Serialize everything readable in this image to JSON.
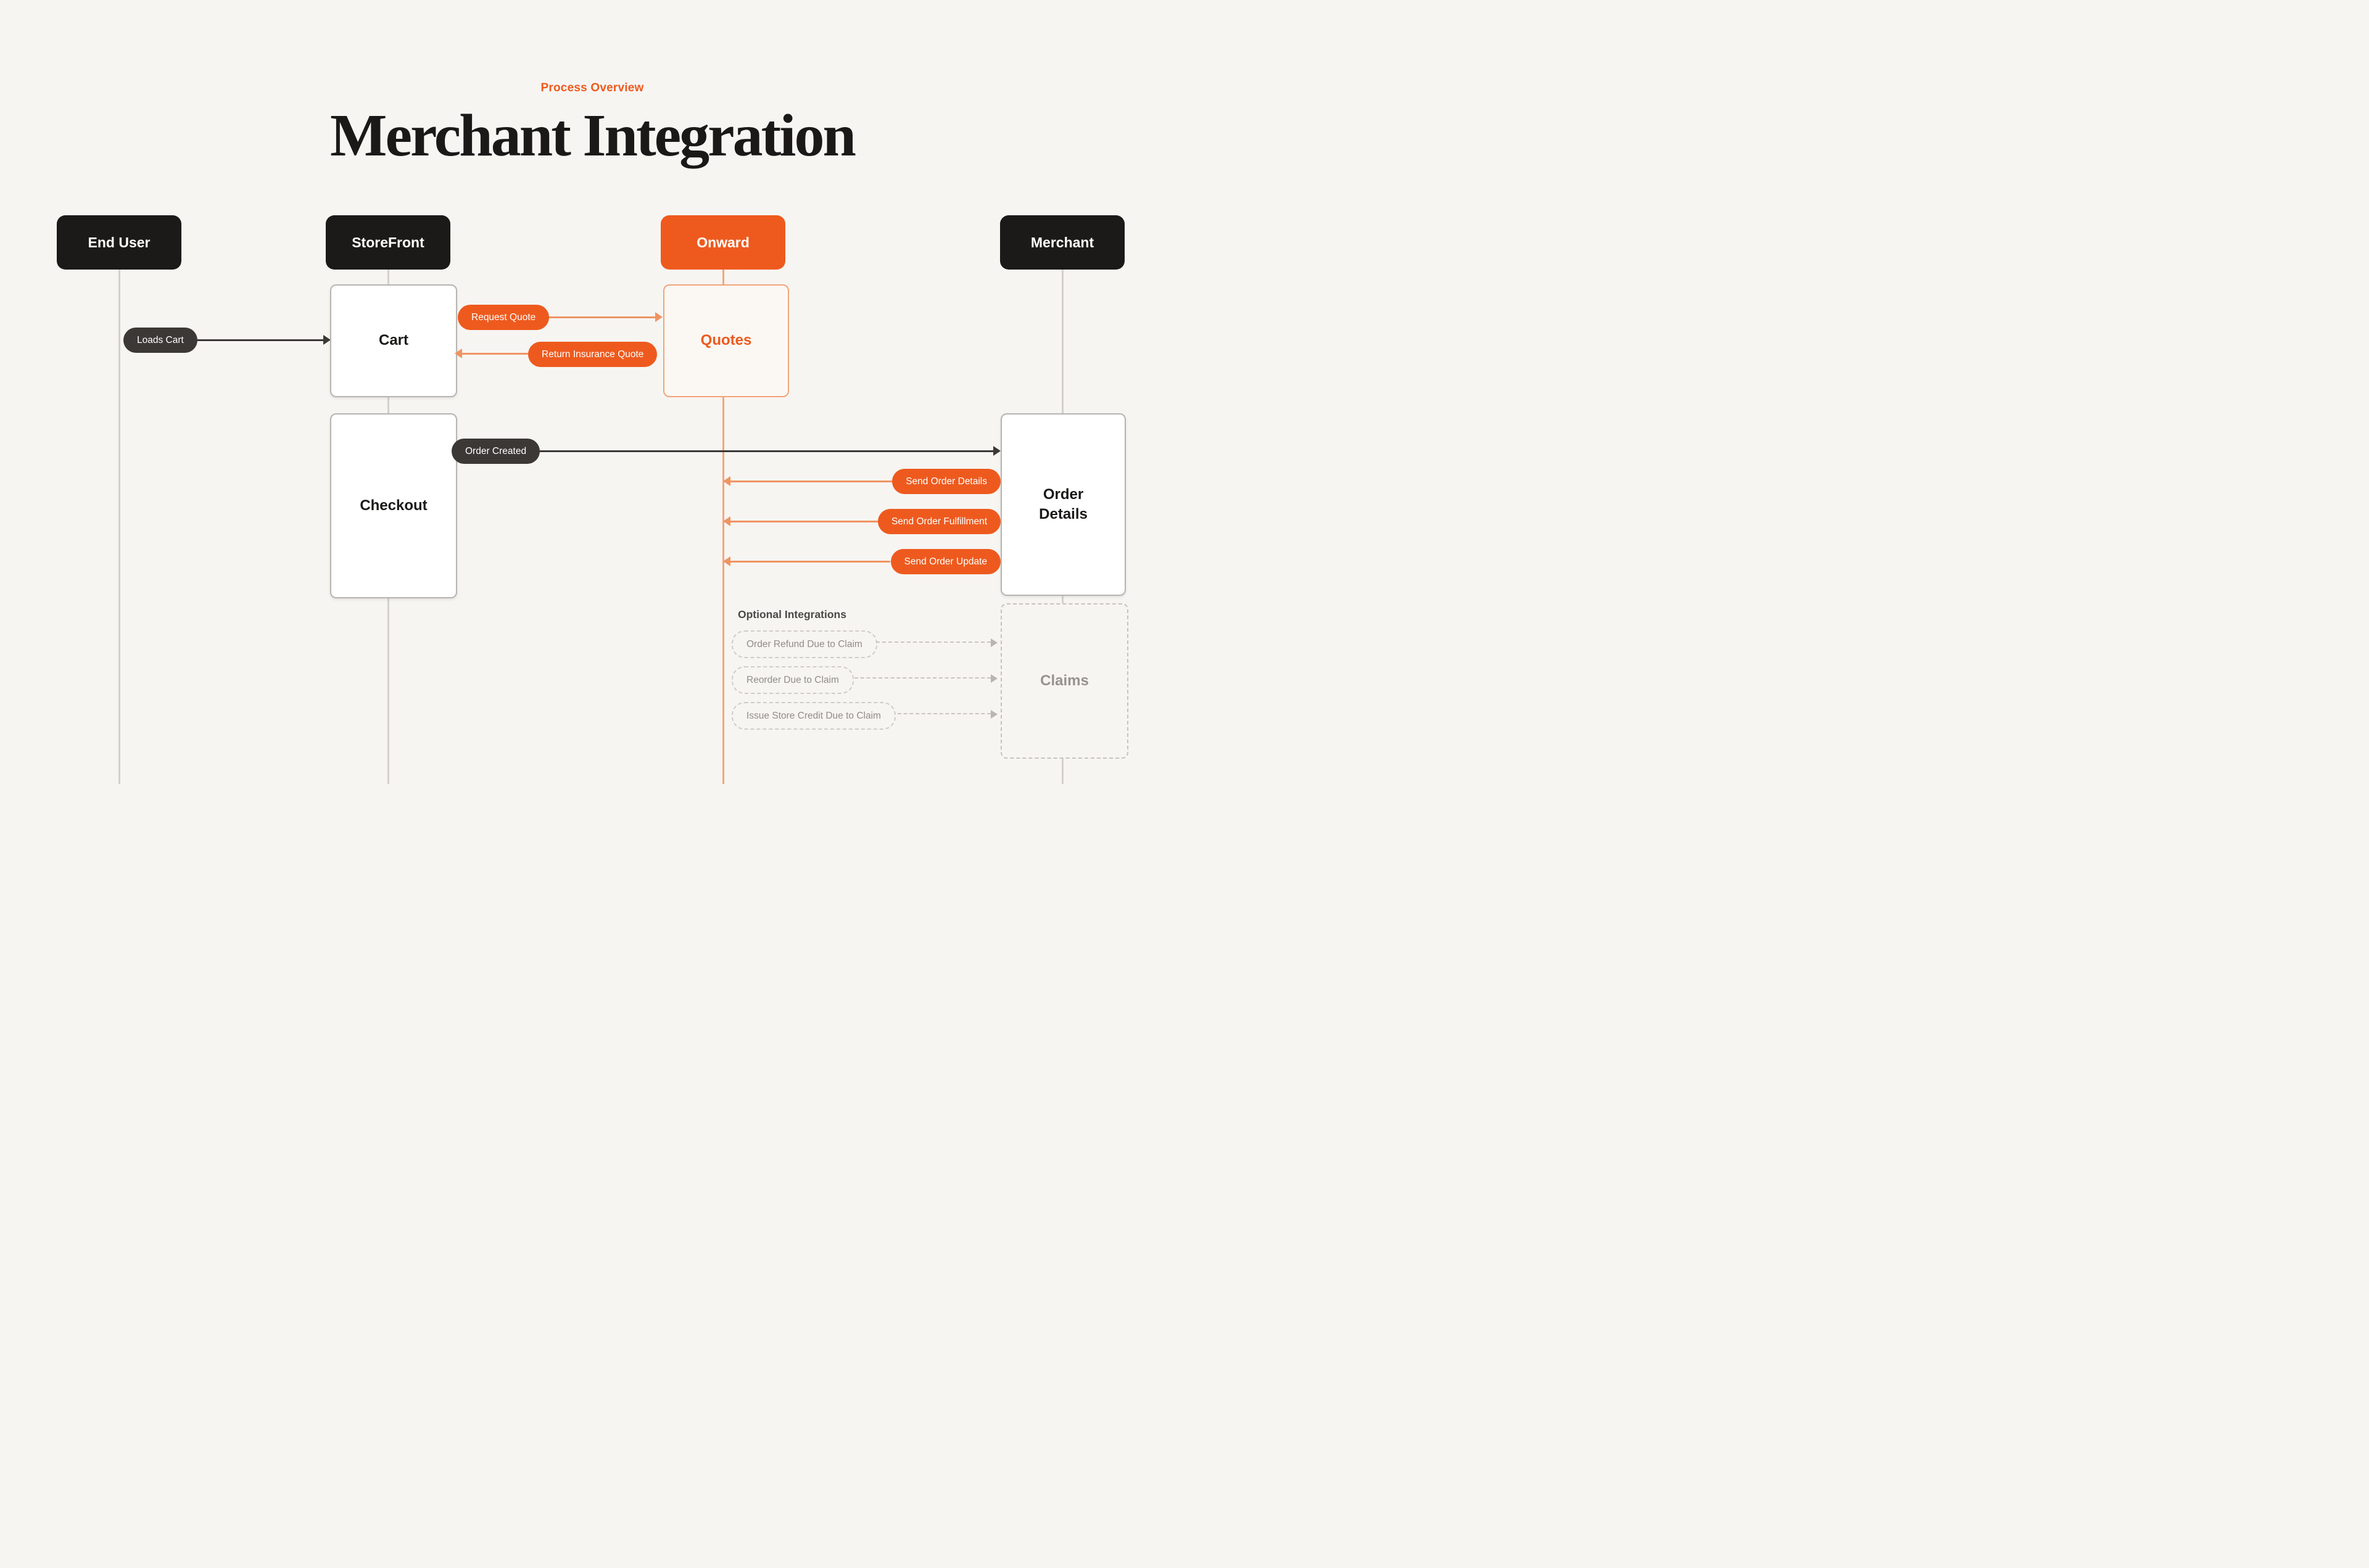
{
  "header": {
    "eyebrow": "Process Overview",
    "title": "Merchant Integration"
  },
  "lanes": [
    {
      "id": "end-user",
      "label": "End User",
      "style": "dark"
    },
    {
      "id": "storefront",
      "label": "StoreFront",
      "style": "dark"
    },
    {
      "id": "onward",
      "label": "Onward",
      "style": "accent"
    },
    {
      "id": "merchant",
      "label": "Merchant",
      "style": "dark"
    }
  ],
  "nodes": {
    "cart": {
      "label": "Cart",
      "lane": "storefront"
    },
    "quotes": {
      "label": "Quotes",
      "lane": "onward"
    },
    "checkout": {
      "label": "Checkout",
      "lane": "storefront"
    },
    "order_details": {
      "label": "Order Details",
      "lane": "merchant"
    },
    "claims": {
      "label": "Claims",
      "lane": "merchant"
    }
  },
  "messages": {
    "loads_cart": {
      "label": "Loads Cart",
      "style": "dark",
      "from": "end-user",
      "to": "cart",
      "direction": "right"
    },
    "request_quote": {
      "label": "Request Quote",
      "style": "accent",
      "from": "cart",
      "to": "quotes",
      "direction": "right"
    },
    "return_insurance_quote": {
      "label": "Return Insurance Quote",
      "style": "accent",
      "from": "quotes",
      "to": "cart",
      "direction": "left"
    },
    "order_created": {
      "label": "Order Created",
      "style": "dark",
      "from": "checkout",
      "to": "order_details",
      "direction": "right"
    },
    "send_order_details": {
      "label": "Send Order Details",
      "style": "accent",
      "from": "order_details",
      "to": "onward",
      "direction": "left"
    },
    "send_order_fulfillment": {
      "label": "Send Order Fulfillment",
      "style": "accent",
      "from": "order_details",
      "to": "onward",
      "direction": "left"
    },
    "send_order_update": {
      "label": "Send Order Update",
      "style": "accent",
      "from": "order_details",
      "to": "onward",
      "direction": "left"
    }
  },
  "optional": {
    "heading": "Optional Integrations",
    "items": [
      "Order Refund Due to Claim",
      "Reorder Due to Claim",
      "Issue Store Credit Due to Claim"
    ]
  },
  "colors": {
    "background": "#F7F5F2",
    "accent_orange": "#EE5A1E",
    "accent_orange_light": "#EF9463",
    "actor_dark": "#1C1A18",
    "pill_dark": "#3B3835",
    "lifeline_gray": "#D4D1CD",
    "lifeline_orange": "#F3A77C",
    "muted_text": "#908D89"
  }
}
